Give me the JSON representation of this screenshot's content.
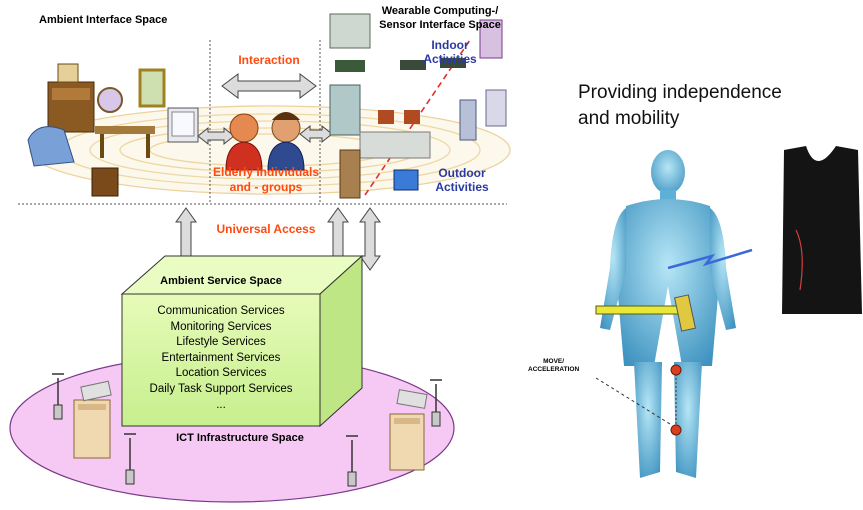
{
  "top_left_label": "Ambient Interface Space",
  "top_right_label": [
    "Wearable Computing-/",
    "Sensor Interface Space"
  ],
  "interaction_label": "Interaction",
  "indoor_label": [
    "Indoor",
    "Activities"
  ],
  "outdoor_label": [
    "Outdoor",
    "Activities"
  ],
  "elderly_label": [
    "Elderly Individuals",
    "and - groups"
  ],
  "universal_access_label": "Universal Access",
  "ambient_service_label": "Ambient Service Space",
  "services": [
    "Communication Services",
    "Monitoring Services",
    "Lifestyle Services",
    "Entertainment Services",
    "Location Services",
    "Daily Task Support Services",
    "..."
  ],
  "ict_label": "ICT Infrastructure Space",
  "right_heading": [
    "Providing independence",
    "and mobility"
  ],
  "move_label": [
    "MOVE/",
    "ACCELERATION"
  ],
  "colors": {
    "orange_text": "#ff4a10",
    "blue_text": "#2a3aa0",
    "box_face": "#d8f7a6",
    "ellipse_fill": "#f6c8f4",
    "body_blue": "#7ecbe8"
  }
}
